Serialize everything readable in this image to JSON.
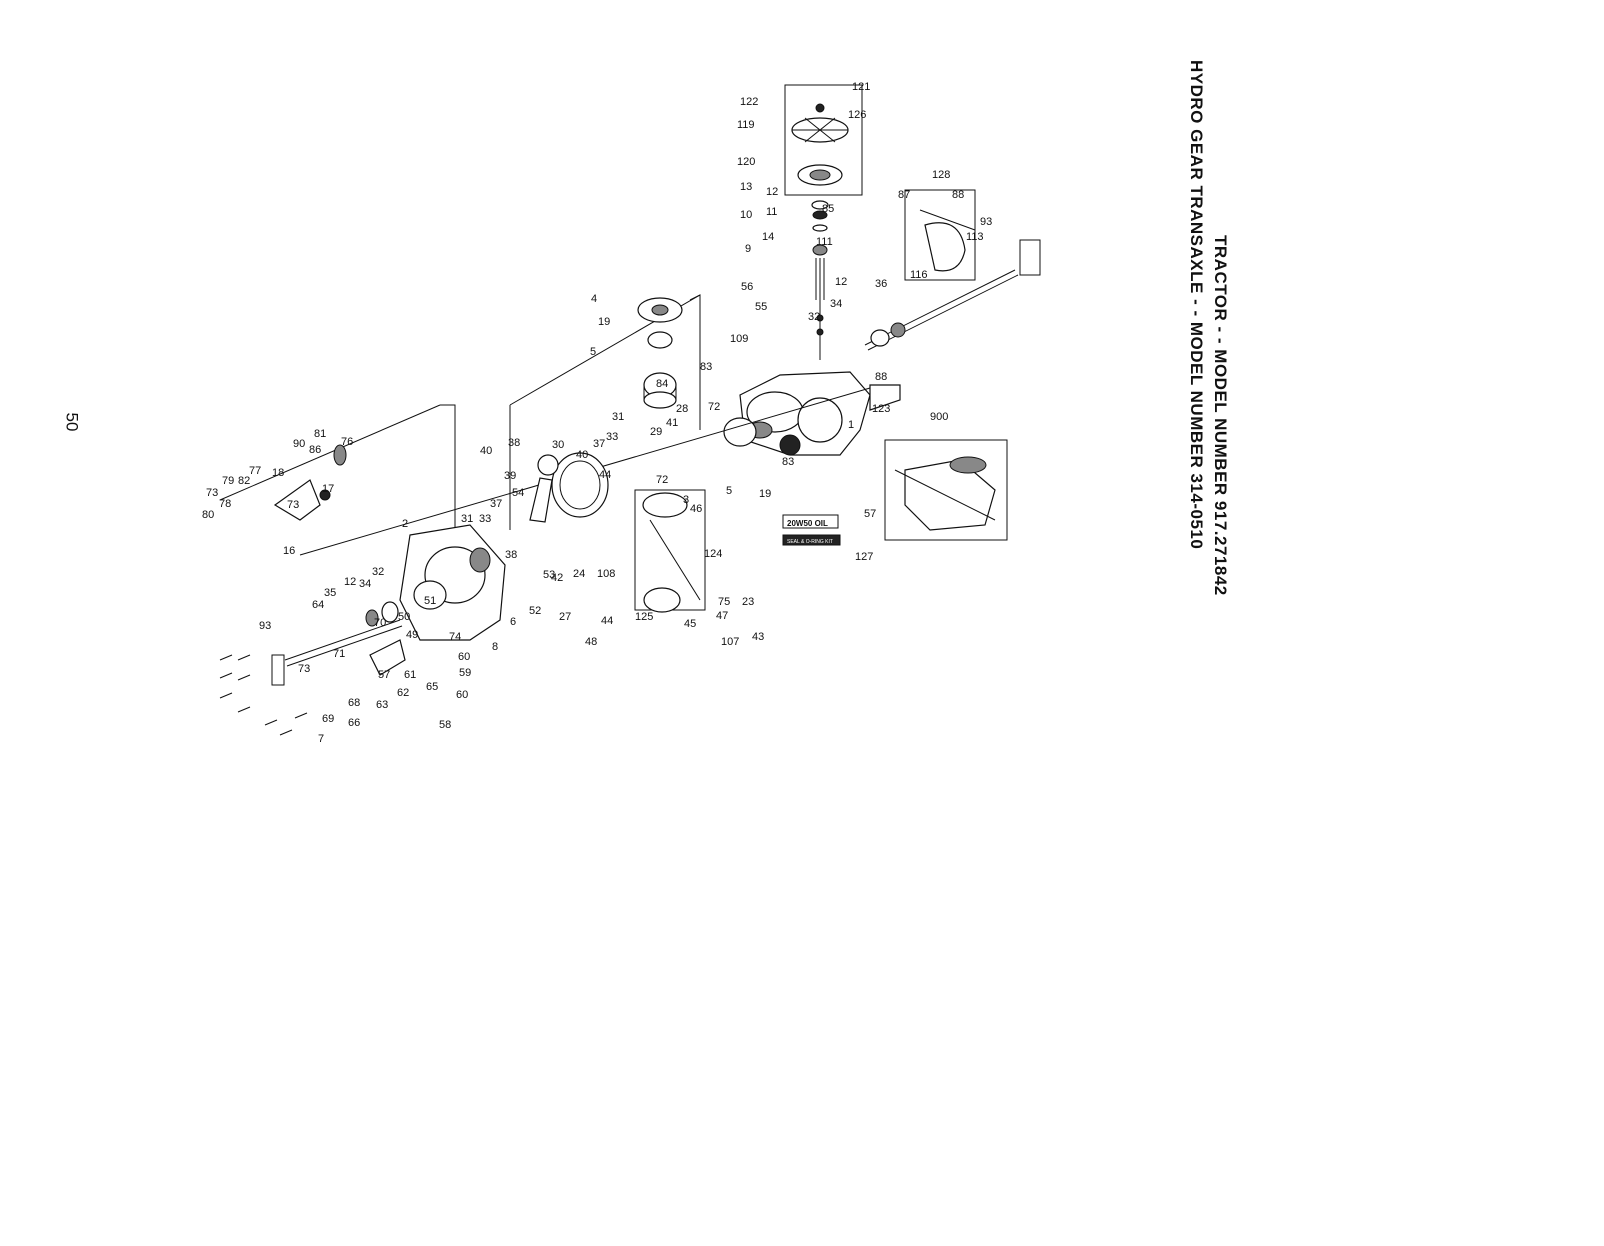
{
  "page": {
    "title_line1": "TRACTOR - - MODEL NUMBER 917.271842",
    "title_line2": "HYDRO GEAR TRANSAXLE - - MODEL NUMBER 314-0510",
    "page_number": "50"
  },
  "decals": {
    "oil_label": "20W50 OIL",
    "seal_label": "SEAL & O-RING KIT"
  },
  "callouts": [
    "121",
    "122",
    "119",
    "126",
    "120",
    "13",
    "12",
    "11",
    "10",
    "128",
    "87",
    "88",
    "14",
    "85",
    "111",
    "93",
    "113",
    "9",
    "116",
    "12",
    "36",
    "56",
    "55",
    "34",
    "32",
    "4",
    "19",
    "109",
    "5",
    "83",
    "88",
    "123",
    "84",
    "72",
    "28",
    "1",
    "31",
    "81",
    "76",
    "90",
    "86",
    "38",
    "37",
    "33",
    "29",
    "41",
    "900",
    "83",
    "30",
    "40",
    "19",
    "18",
    "77",
    "82",
    "79",
    "73",
    "78",
    "80",
    "17",
    "73",
    "16",
    "39",
    "54",
    "40",
    "44",
    "5",
    "72",
    "31",
    "33",
    "37",
    "2",
    "46",
    "3",
    "38",
    "24",
    "57",
    "124",
    "127",
    "42",
    "108",
    "53",
    "52",
    "27",
    "6",
    "32",
    "12",
    "34",
    "35",
    "64",
    "70",
    "75",
    "23",
    "93",
    "51",
    "50",
    "49",
    "74",
    "48",
    "44",
    "125",
    "45",
    "47",
    "43",
    "107",
    "8",
    "60",
    "71",
    "59",
    "57",
    "61",
    "65",
    "60",
    "73",
    "62",
    "63",
    "58",
    "68",
    "69",
    "66",
    "7"
  ]
}
